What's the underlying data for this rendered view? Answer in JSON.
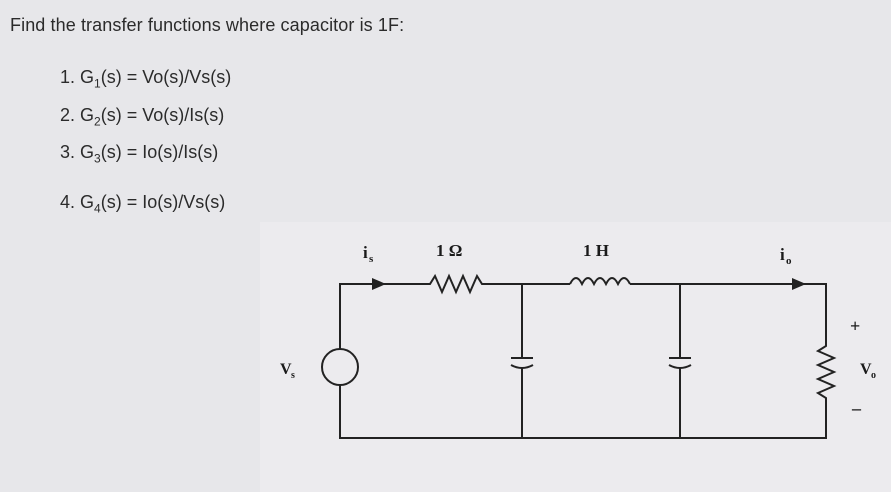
{
  "question": "Find the transfer functions where capacitor is 1F:",
  "items": [
    {
      "num": "1.",
      "g": "G",
      "sub": "1",
      "rest": "(s) = Vo(s)/Vs(s)"
    },
    {
      "num": "2.",
      "g": "G",
      "sub": "2",
      "rest": "(s) = Vo(s)/Is(s)"
    },
    {
      "num": "3.",
      "g": "G",
      "sub": "3",
      "rest": "(s) = Io(s)/Is(s)"
    },
    {
      "num": "4.",
      "g": "G",
      "sub": "4",
      "rest": "(s) = Io(s)/Vs(s)"
    }
  ],
  "circuit": {
    "labels": {
      "is_main": "i",
      "is_sub": "s",
      "resistor": "1 Ω",
      "inductor": "1 H",
      "io_main": "i",
      "io_sub": "o",
      "vs_main": "V",
      "vs_sub": "s",
      "vo_main": "V",
      "vo_sub": "o",
      "plus": "+",
      "minus": "–"
    }
  }
}
